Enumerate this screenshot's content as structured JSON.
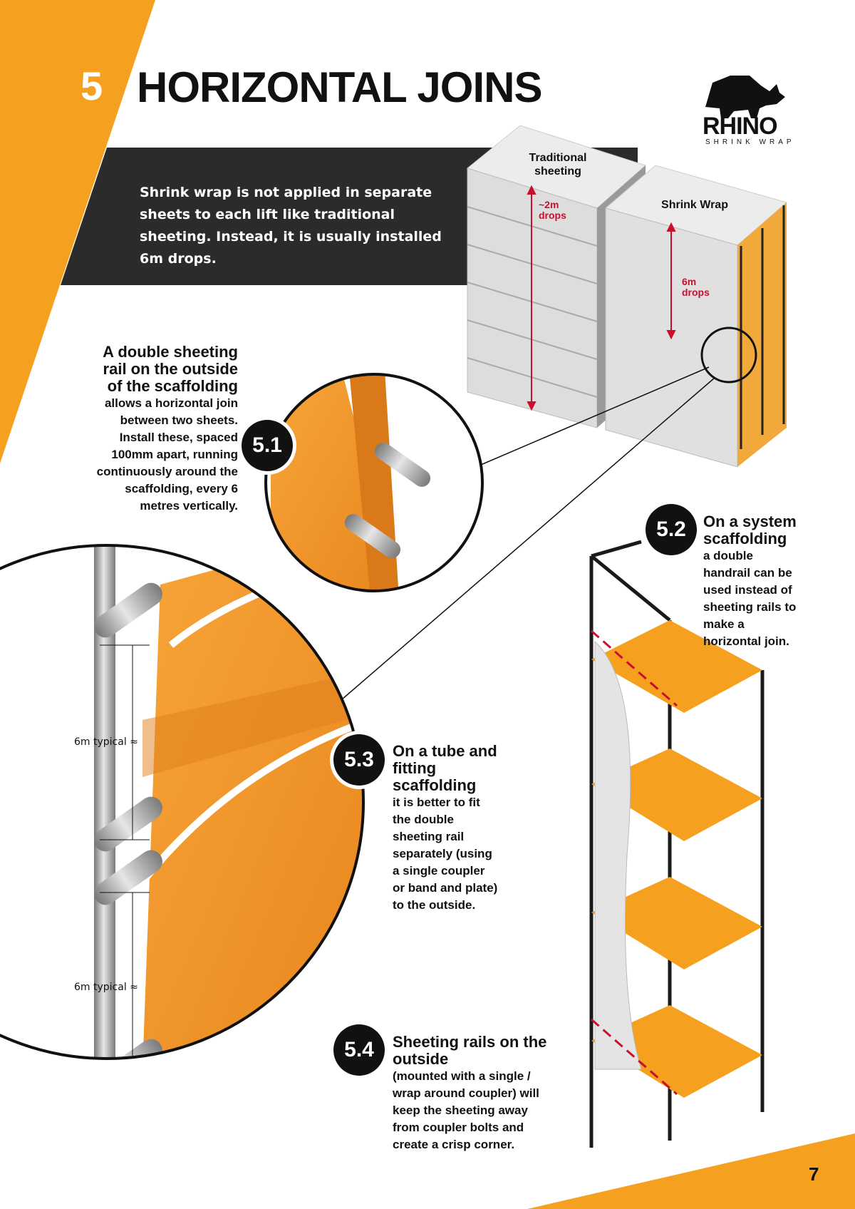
{
  "header": {
    "section_number": "5",
    "title": "HORIZONTAL JOINS"
  },
  "logo": {
    "word": "RHINO",
    "sub": "SHRINK WRAP"
  },
  "intro": "Shrink wrap is not applied in separate sheets to each lift like traditional sheeting. Instead, it is usually installed 6m drops.",
  "diagram": {
    "traditional_label": "Traditional sheeting",
    "traditional_drop": "~2m drops",
    "shrink_label": "Shrink Wrap",
    "shrink_drop": "6m drops",
    "typical_1": "6m typical",
    "typical_2": "6m typical"
  },
  "notes": [
    {
      "badge": "5.1",
      "head": "A double sheeting rail on the outside of the scaffolding",
      "body": "allows a horizontal join between two sheets. Install these, spaced 100mm apart, running continuously around the scaffolding, every 6 metres vertically."
    },
    {
      "badge": "5.2",
      "head": "On a system scaffolding",
      "body": "a double handrail can be used instead of sheeting rails to make a horizontal join."
    },
    {
      "badge": "5.3",
      "head": "On a tube and fitting scaffolding",
      "body": "it is better to fit the double sheeting rail separately (using a single coupler or band and plate) to the outside."
    },
    {
      "badge": "5.4",
      "head": "Sheeting rails on the outside",
      "body": "(mounted with a single / wrap around coupler) will keep the sheeting away from coupler bolts and create a crisp corner."
    }
  ],
  "page_number": "7",
  "colors": {
    "accent": "#f5a01e",
    "dark": "#2b2b2b",
    "red": "#c8102e"
  }
}
